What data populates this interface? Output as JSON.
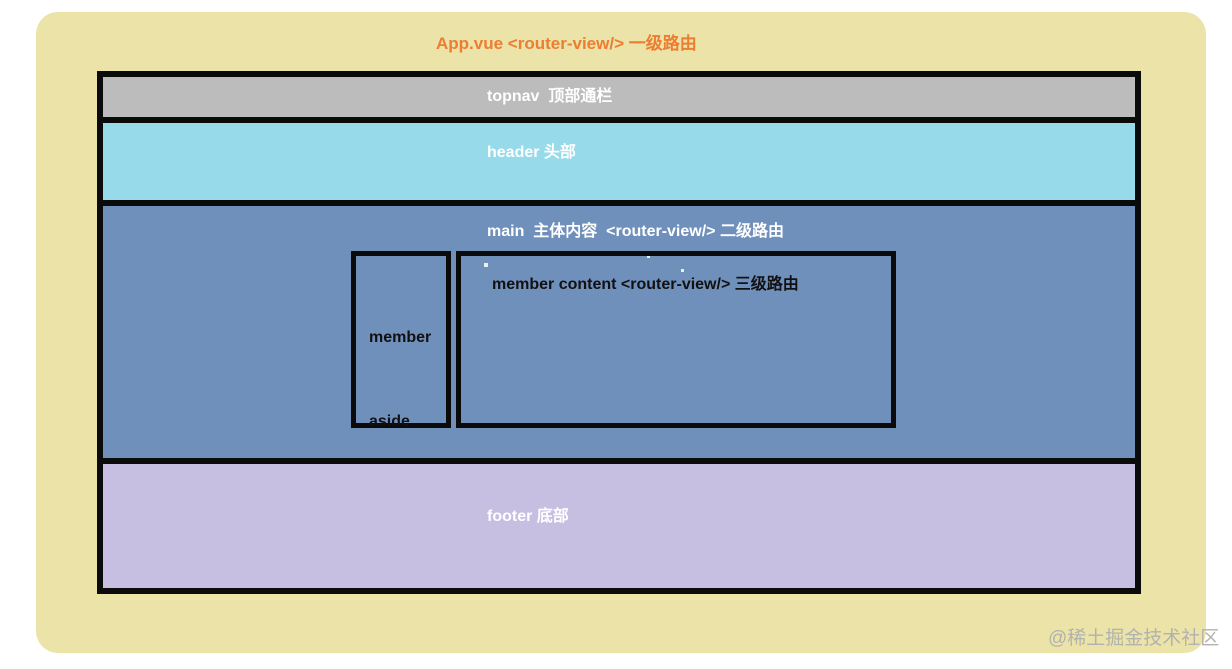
{
  "diagram": {
    "title": "App.vue <router-view/> 一级路由",
    "sections": {
      "topnav": "topnav  顶部通栏",
      "header": "header 头部",
      "main": "main  主体内容  <router-view/> 二级路由",
      "footer": "footer 底部"
    },
    "member": {
      "aside_line1": "member",
      "aside_line2": "aside",
      "content": "member content <router-view/> 三级路由"
    },
    "watermark": "@稀土掘金技术社区",
    "colors": {
      "canvas_bg": "#ebe3a7",
      "title_text": "#ed7d31",
      "box_border": "#0b0b0b",
      "topnav_bg": "#bcbcbc",
      "header_bg": "#97daea",
      "main_bg": "#7090bc",
      "footer_bg": "#c6bfe2",
      "light_text": "#ffffff",
      "dark_text": "#111111",
      "watermark_text": "#b2b2ae"
    }
  }
}
